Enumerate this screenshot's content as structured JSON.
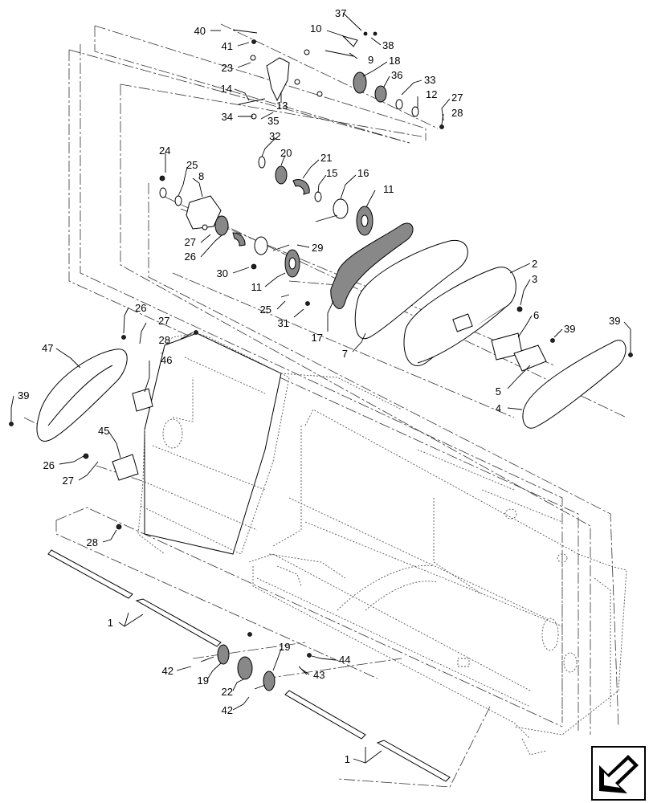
{
  "callouts": [
    "1",
    "2",
    "3",
    "4",
    "5",
    "6",
    "7",
    "8",
    "9",
    "10",
    "11",
    "12",
    "13",
    "14",
    "15",
    "16",
    "17",
    "18",
    "19",
    "20",
    "21",
    "22",
    "23",
    "24",
    "25",
    "26",
    "27",
    "28",
    "29",
    "30",
    "31",
    "32",
    "33",
    "34",
    "35",
    "36",
    "37",
    "38",
    "39",
    "40",
    "41",
    "42",
    "43",
    "44",
    "45",
    "46",
    "47"
  ],
  "nav_icon": "next-page-arrow-icon"
}
